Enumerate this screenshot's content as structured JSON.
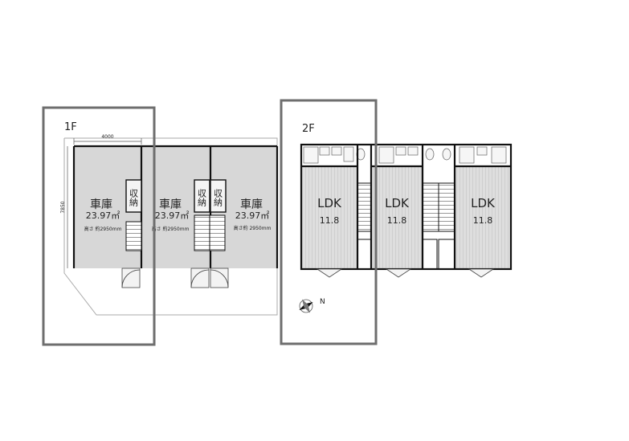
{
  "floors": {
    "first": {
      "label": "1F",
      "dim_width": "4000",
      "dim_depth": "7850",
      "garages": [
        {
          "name": "車庫",
          "area": "23.97㎡",
          "height": "高さ 約2950mm",
          "storage": "収納"
        },
        {
          "name": "車庫",
          "area": "23.97㎡",
          "height": "高さ 約2950mm",
          "storage": "収納"
        },
        {
          "name": "車庫",
          "area": "23.97㎡",
          "height": "高さ約 2950mm",
          "storage": "収納"
        }
      ]
    },
    "second": {
      "label": "2F",
      "units": [
        {
          "name": "LDK",
          "size": "11.8"
        },
        {
          "name": "LDK",
          "size": "11.8"
        },
        {
          "name": "LDK",
          "size": "11.8"
        }
      ]
    }
  },
  "compass": {
    "north": "N"
  },
  "colors": {
    "highlight_frame": "#6e6e6e",
    "wall": "#111111",
    "garage_fill": "#d7d7d7",
    "ldk_fill": "#dcdcdc",
    "outline": "#999999"
  }
}
